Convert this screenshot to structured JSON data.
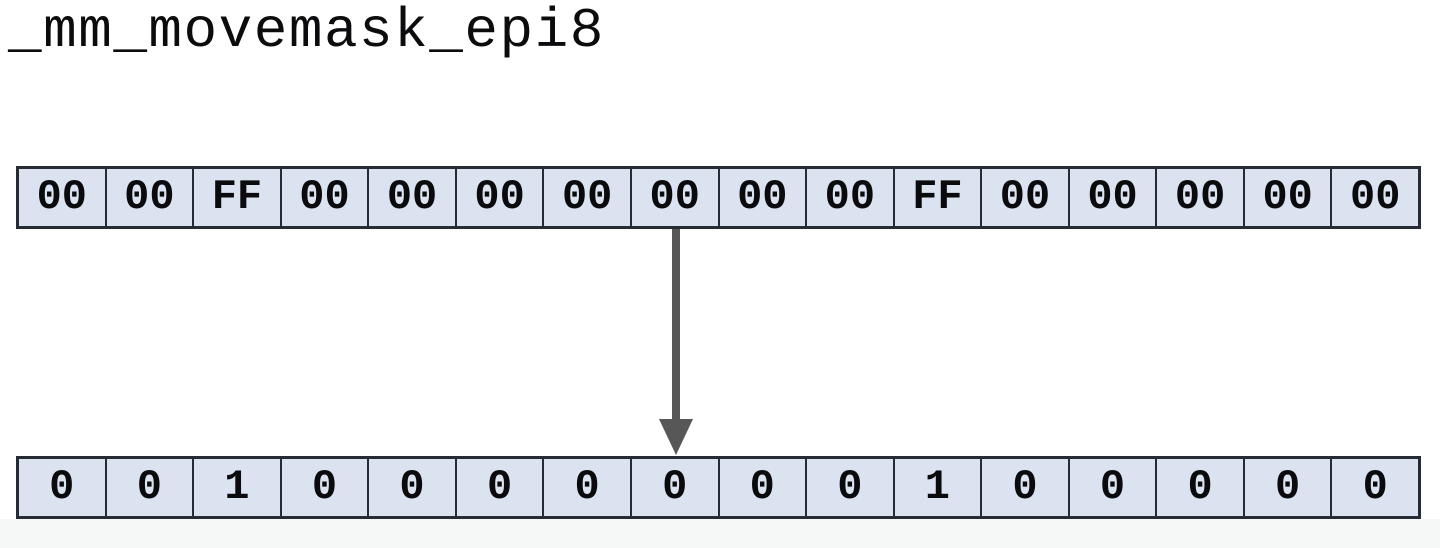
{
  "title": "_mm_movemask_epi8",
  "diagram": {
    "input_row": {
      "cells": [
        "00",
        "00",
        "FF",
        "00",
        "00",
        "00",
        "00",
        "00",
        "00",
        "00",
        "FF",
        "00",
        "00",
        "00",
        "00",
        "00"
      ]
    },
    "output_row": {
      "cells": [
        "0",
        "0",
        "1",
        "0",
        "0",
        "0",
        "0",
        "0",
        "0",
        "0",
        "1",
        "0",
        "0",
        "0",
        "0",
        "0"
      ]
    },
    "arrow": "down-arrow"
  },
  "colors": {
    "cell_fill": "#dbe3f1",
    "cell_border": "#272b33",
    "arrow": "#575757",
    "text": "#0b0b0d",
    "background": "#ffffff",
    "footer_strip": "#f6f7f7"
  }
}
